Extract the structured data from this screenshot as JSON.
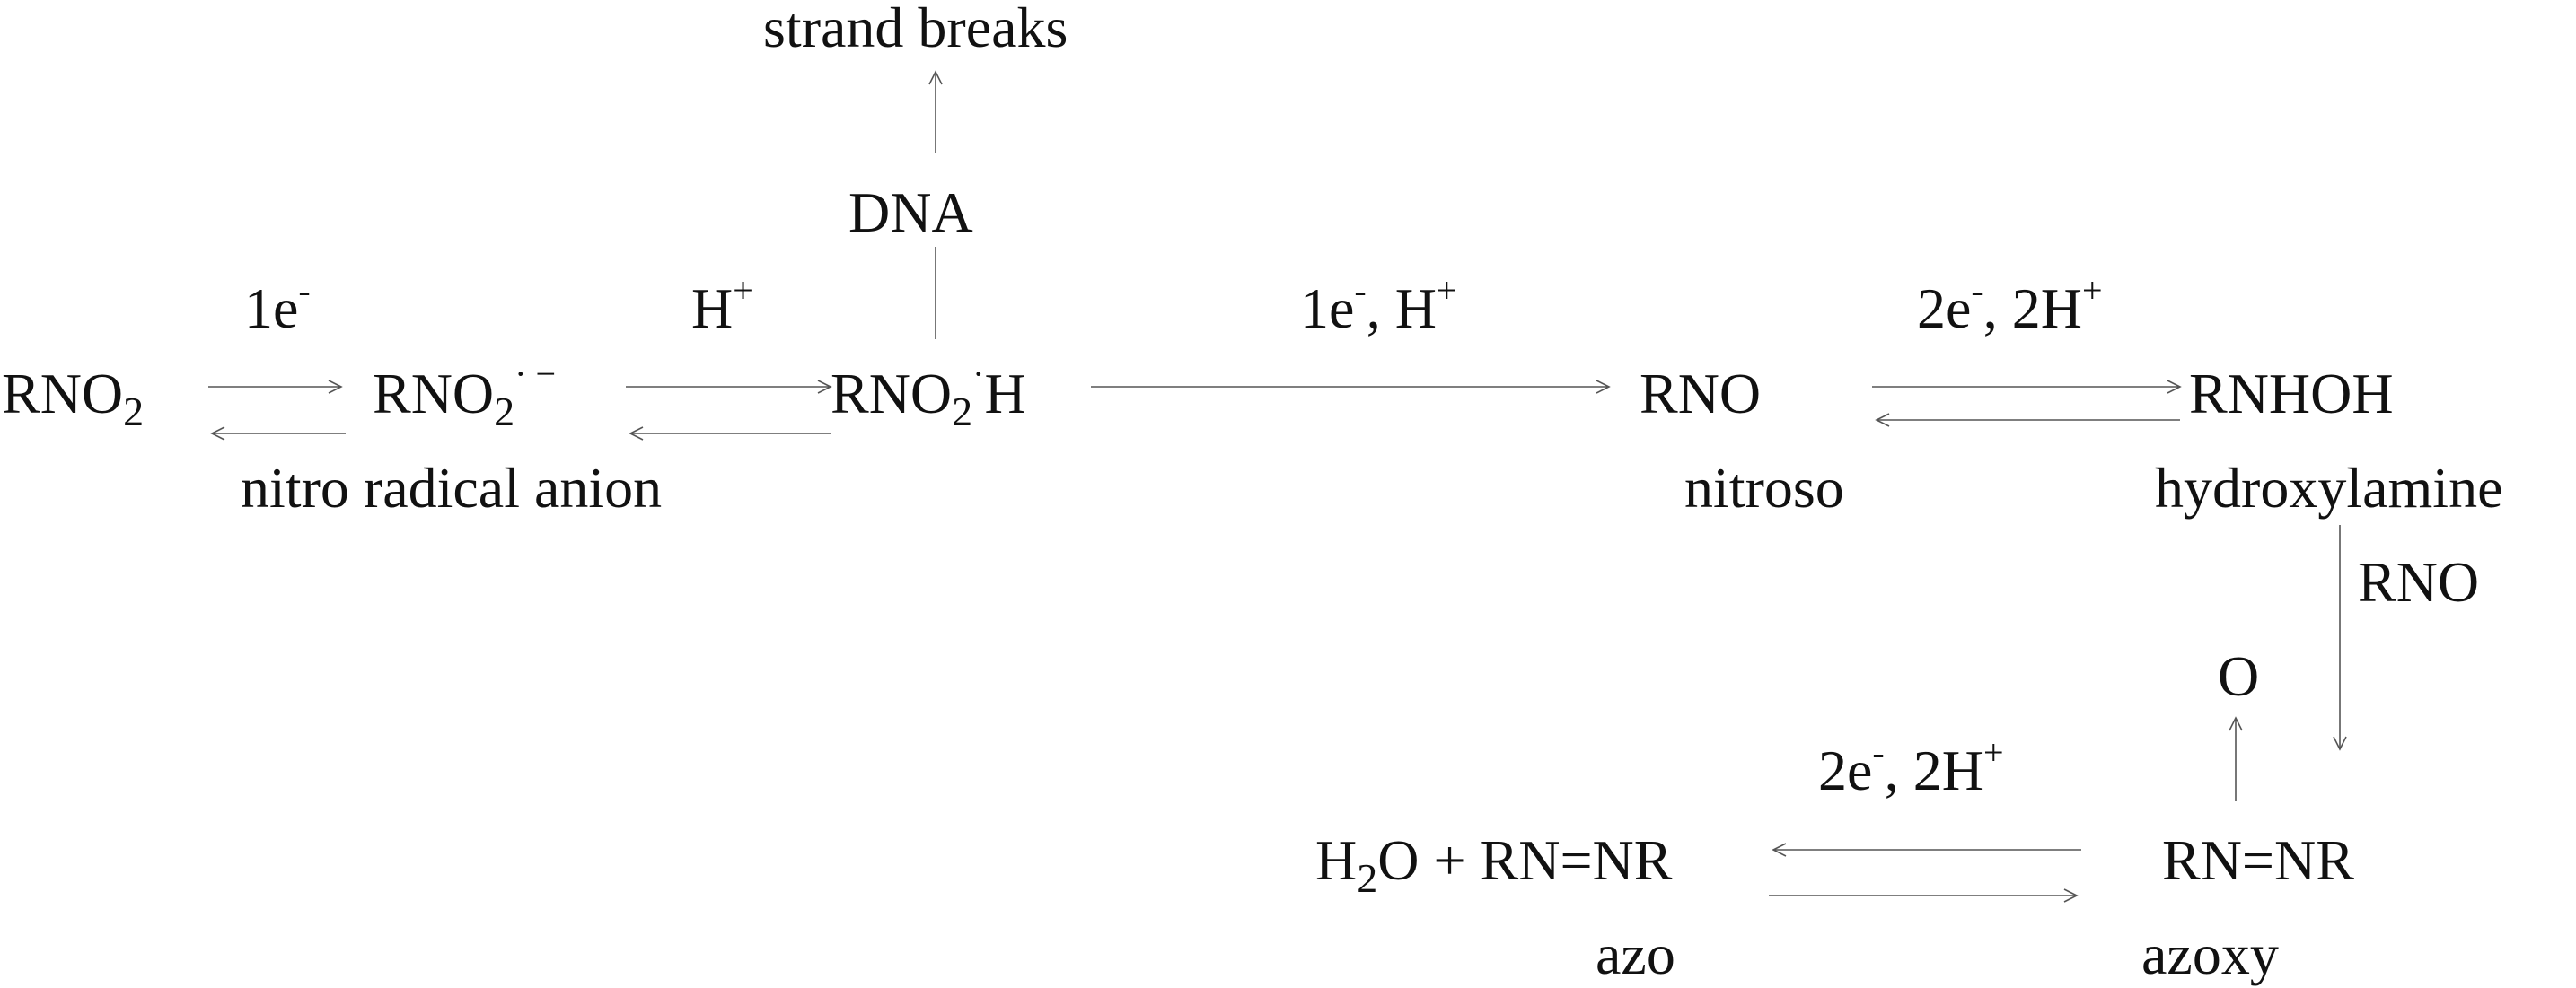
{
  "species": {
    "rno2": {
      "base": "RNO",
      "sub": "2"
    },
    "radical_anion": {
      "base": "RNO",
      "sub": "2",
      "sup": "· −"
    },
    "protonated": {
      "base": "RNO",
      "sub": "2",
      "sup": "·",
      "tail": "H"
    },
    "dna": "DNA",
    "strand_breaks": "strand breaks",
    "nitroso": "RNO",
    "hydroxylamine": "RNHOH",
    "azoxy": "RN=NR",
    "azo": {
      "h": "H",
      "sub": "2",
      "rest": "O + RN=NR"
    },
    "o": "O"
  },
  "labels": {
    "nitro_radical_anion": "nitro radical anion",
    "nitroso": "nitroso",
    "hydroxylamine": "hydroxylamine",
    "azo": "azo",
    "azoxy": "azoxy"
  },
  "conditions": {
    "step1": {
      "a": "1e",
      "a_sup": "-"
    },
    "step2": {
      "a": "H",
      "a_sup": "+"
    },
    "step3": {
      "a": "1e",
      "a_sup": "-",
      "b": ", H",
      "b_sup": "+"
    },
    "step4": {
      "a": "2e",
      "a_sup": "-",
      "b": ", 2H",
      "b_sup": "+"
    },
    "step5": "RNO",
    "step6": {
      "a": "2e",
      "a_sup": "-",
      "b": ", 2H",
      "b_sup": "+"
    }
  }
}
